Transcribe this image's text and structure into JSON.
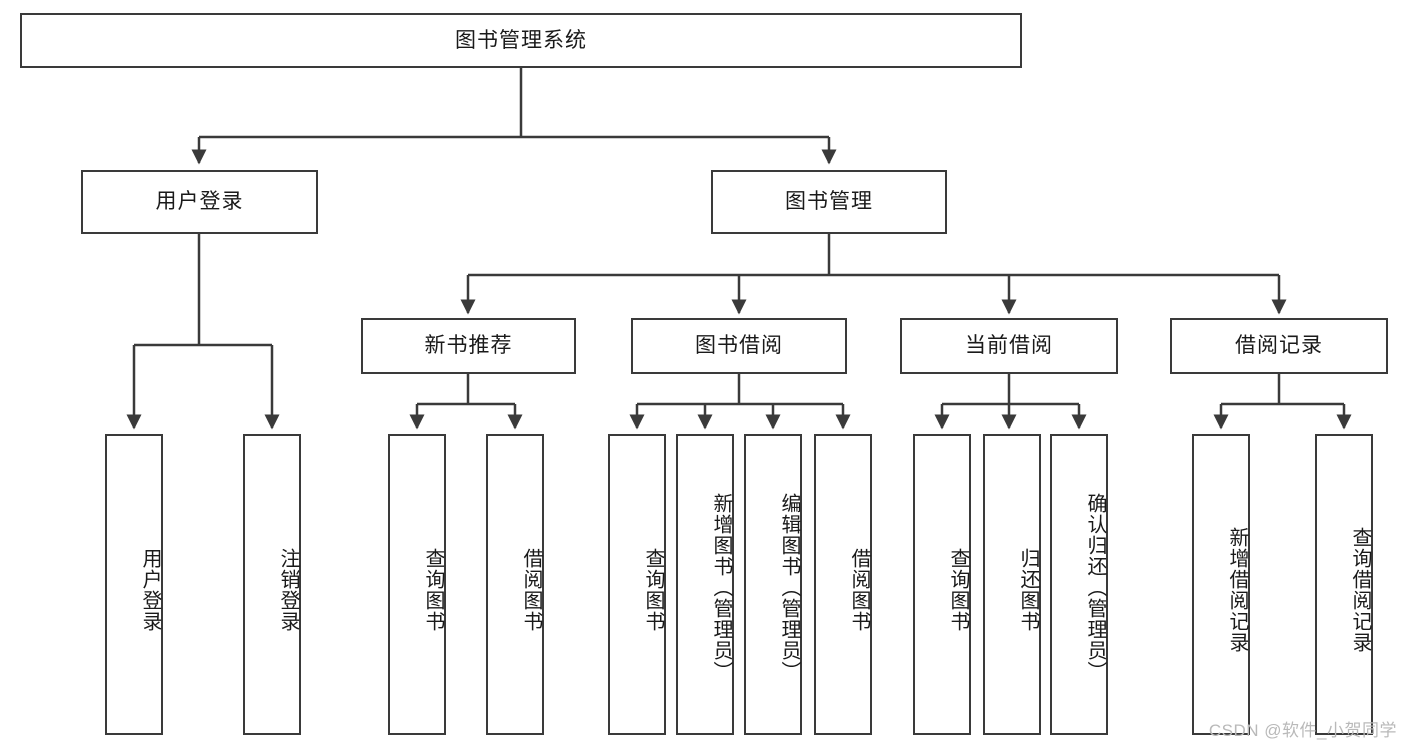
{
  "diagram": {
    "title": "图书管理系统",
    "type": "hierarchy-tree",
    "watermark": "CSDN @软件_小贺同学",
    "colors": {
      "box_border": "#3a3a3a",
      "box_fill": "#ffffff",
      "connector": "#3a3a3a",
      "text": "#1a1a1a",
      "watermark": "#b9b9b9",
      "background": "#ffffff"
    },
    "root": {
      "label": "图书管理系统"
    },
    "level1": [
      {
        "label": "用户登录"
      },
      {
        "label": "图书管理"
      }
    ],
    "level2": [
      {
        "label": "新书推荐"
      },
      {
        "label": "图书借阅"
      },
      {
        "label": "当前借阅"
      },
      {
        "label": "借阅记录"
      }
    ],
    "leaves": {
      "user_login": [
        {
          "label": "用户登录"
        },
        {
          "label": "注销登录"
        }
      ],
      "new_book_recommend": [
        {
          "label": "查询图书"
        },
        {
          "label": "借阅图书"
        }
      ],
      "book_borrow": [
        {
          "label": "查询图书"
        },
        {
          "label": "新增图书（管理员）"
        },
        {
          "label": "编辑图书（管理员）"
        },
        {
          "label": "借阅图书"
        }
      ],
      "current_borrow": [
        {
          "label": "查询图书"
        },
        {
          "label": "归还图书"
        },
        {
          "label": "确认归还（管理员）"
        }
      ],
      "borrow_record": [
        {
          "label": "新增借阅记录"
        },
        {
          "label": "查询借阅记录"
        }
      ]
    }
  }
}
